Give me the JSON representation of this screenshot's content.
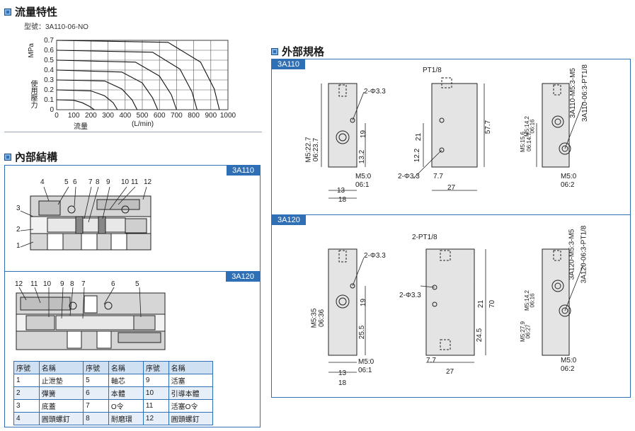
{
  "sections": {
    "flow": "流量特性",
    "internal": "內部結構",
    "external": "外部規格"
  },
  "flow_chart": {
    "model_label": "型號：3A110-06-NO",
    "ylabel": "使用壓力",
    "yunit": "MPa",
    "xlabel": "流量",
    "xunit": "(L/min)"
  },
  "chart_data": {
    "type": "line",
    "title": "",
    "xlabel": "流量 (L/min)",
    "ylabel": "使用壓力 MPa",
    "xlim": [
      0,
      1000
    ],
    "ylim": [
      0,
      0.7
    ],
    "x_ticks": [
      0,
      100,
      200,
      300,
      400,
      500,
      600,
      700,
      800,
      900,
      1000
    ],
    "y_ticks": [
      0,
      0.1,
      0.2,
      0.3,
      0.4,
      0.5,
      0.6,
      0.7
    ],
    "x_tick_labels": [
      "0",
      "100",
      "200",
      "300",
      "400",
      "500",
      "600",
      "700",
      "800",
      "900",
      "1000"
    ],
    "y_tick_labels": [
      "0",
      "0.1",
      "0.2",
      "0.3",
      "0.4",
      "0.5",
      "0.6",
      "0.7"
    ],
    "grid": true,
    "series": [
      {
        "supply": 0.1,
        "x": [
          0,
          100,
          150,
          190,
          220
        ],
        "y": [
          0.1,
          0.095,
          0.07,
          0.035,
          0
        ]
      },
      {
        "supply": 0.2,
        "x": [
          0,
          200,
          280,
          330,
          355
        ],
        "y": [
          0.2,
          0.19,
          0.14,
          0.07,
          0
        ]
      },
      {
        "supply": 0.3,
        "x": [
          0,
          280,
          380,
          440,
          470
        ],
        "y": [
          0.3,
          0.29,
          0.21,
          0.1,
          0
        ]
      },
      {
        "supply": 0.4,
        "x": [
          0,
          380,
          500,
          560,
          590
        ],
        "y": [
          0.4,
          0.38,
          0.27,
          0.12,
          0
        ]
      },
      {
        "supply": 0.5,
        "x": [
          0,
          460,
          600,
          670,
          700
        ],
        "y": [
          0.5,
          0.48,
          0.34,
          0.15,
          0
        ]
      },
      {
        "supply": 0.6,
        "x": [
          0,
          560,
          720,
          790,
          820
        ],
        "y": [
          0.6,
          0.58,
          0.41,
          0.18,
          0
        ]
      },
      {
        "supply": 0.7,
        "x": [
          0,
          650,
          840,
          920,
          950
        ],
        "y": [
          0.7,
          0.68,
          0.48,
          0.21,
          0
        ]
      }
    ]
  },
  "internal": {
    "tag_110": "3A110",
    "tag_120": "3A120",
    "callouts_110": [
      "4",
      "5",
      "6",
      "7",
      "8",
      "9",
      "10",
      "11",
      "12",
      "3",
      "2",
      "1"
    ],
    "callouts_120": [
      "12",
      "11",
      "10",
      "9",
      "8",
      "7",
      "6",
      "5"
    ]
  },
  "parts_table": {
    "headers": [
      "序號",
      "名稱",
      "序號",
      "名稱",
      "序號",
      "名稱"
    ],
    "rows": [
      [
        "1",
        "止泄墊",
        "5",
        "軸芯",
        "9",
        "活塞"
      ],
      [
        "2",
        "彈簧",
        "6",
        "本體",
        "10",
        "引導本體"
      ],
      [
        "3",
        "底蓋",
        "7",
        "O令",
        "11",
        "活塞O令"
      ],
      [
        "4",
        "圓頭螺釘",
        "8",
        "耐磨環",
        "12",
        "圓頭螺釘"
      ]
    ]
  },
  "external": {
    "tag_110": "3A110",
    "tag_120": "3A120",
    "d110": {
      "hole": "2-Φ3.3",
      "port_top": "PT1/8",
      "dim_19": "19",
      "dim_132": "13.2",
      "m5_side": "M5:22.7",
      "dim_06": "06:23.7",
      "m5_bot": "M5:0",
      "m5_bot2": "06:1",
      "w13": "13",
      "w18": "18",
      "dim_21": "21",
      "dim_122": "12.2",
      "dim_77": "7.7",
      "w27": "27",
      "h577": "57.7",
      "hole2": "2-Φ3.3",
      "r_m5a": "M5:15.6",
      "r_m5b": "06:14.7",
      "r_m5c": "M5:14.2",
      "r_m5d": "06:16",
      "r_m5e": "M5:0",
      "r_m5f": "06:2",
      "model_a": "3A110-M5:3-M5",
      "model_b": "3A110-06:3-PT1/8"
    },
    "d120": {
      "hole": "2-Φ3.3",
      "port_top": "2-PT1/8",
      "dim_19": "19",
      "dim_255": "25.5",
      "m5_side": "M5:35",
      "dim_06": "06:36",
      "m5_bot": "M5:0",
      "m5_bot2": "06:1",
      "w13": "13",
      "w18": "18",
      "hole2": "2-Φ3.3",
      "dim_21": "21",
      "dim_245": "24.5",
      "h70": "70",
      "dim_77": "7.7",
      "w27": "27",
      "r_m5a": "M5:27.9",
      "r_m5b": "06:27",
      "r_m5c": "M5:14.2",
      "r_m5d": "06:16",
      "r_m5e": "M5:0",
      "r_m5f": "06:2",
      "model_a": "3A120-M5:3-M5",
      "model_b": "3A120-06:3-PT1/8"
    }
  }
}
